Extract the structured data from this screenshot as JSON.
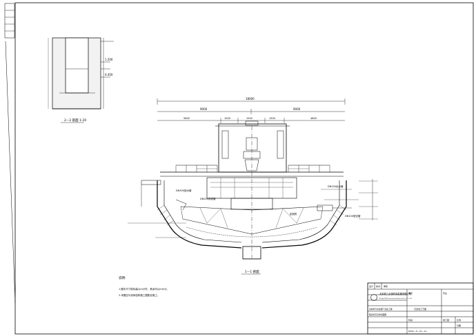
{
  "detail": {
    "section_label": "2—2 剖面  1:20",
    "note_a": "1.200",
    "note_b": "0.450"
  },
  "main": {
    "overall_dim": "18000",
    "sub_dims": [
      "9000",
      "9000"
    ],
    "segment_dims": [
      "5800",
      "1000",
      "1500",
      "1500",
      "4800"
    ],
    "section_label": "1—1 剖面",
    "leader_labels": [
      "DN300进水管",
      "DN200排泥管",
      "DN150出水管",
      "刮泥机",
      "DN100放空管"
    ]
  },
  "notes": {
    "heading": "说明:",
    "line1": "1.图中尺寸除标高以m计外，其余均以mm计。",
    "line2": "2.本图应与池体结构施工图配合施工。"
  },
  "title_block": {
    "company_cn": "北京新三合源环保发展有限公司",
    "company_en": "Beijing XSHY Environmental Protection Dev. Co., Ltd.",
    "project": "某城市污水处理厂改造工程",
    "drawing_title": "辐流式沉淀池剖面图",
    "right_title": "沉淀池工艺图",
    "drawing_no": "PGSC—P—21—11",
    "labels": [
      "设计",
      "校对",
      "审核",
      "审定",
      "专业",
      "阶段"
    ],
    "stage": "施工图",
    "scale": "比例",
    "date": "日期"
  }
}
